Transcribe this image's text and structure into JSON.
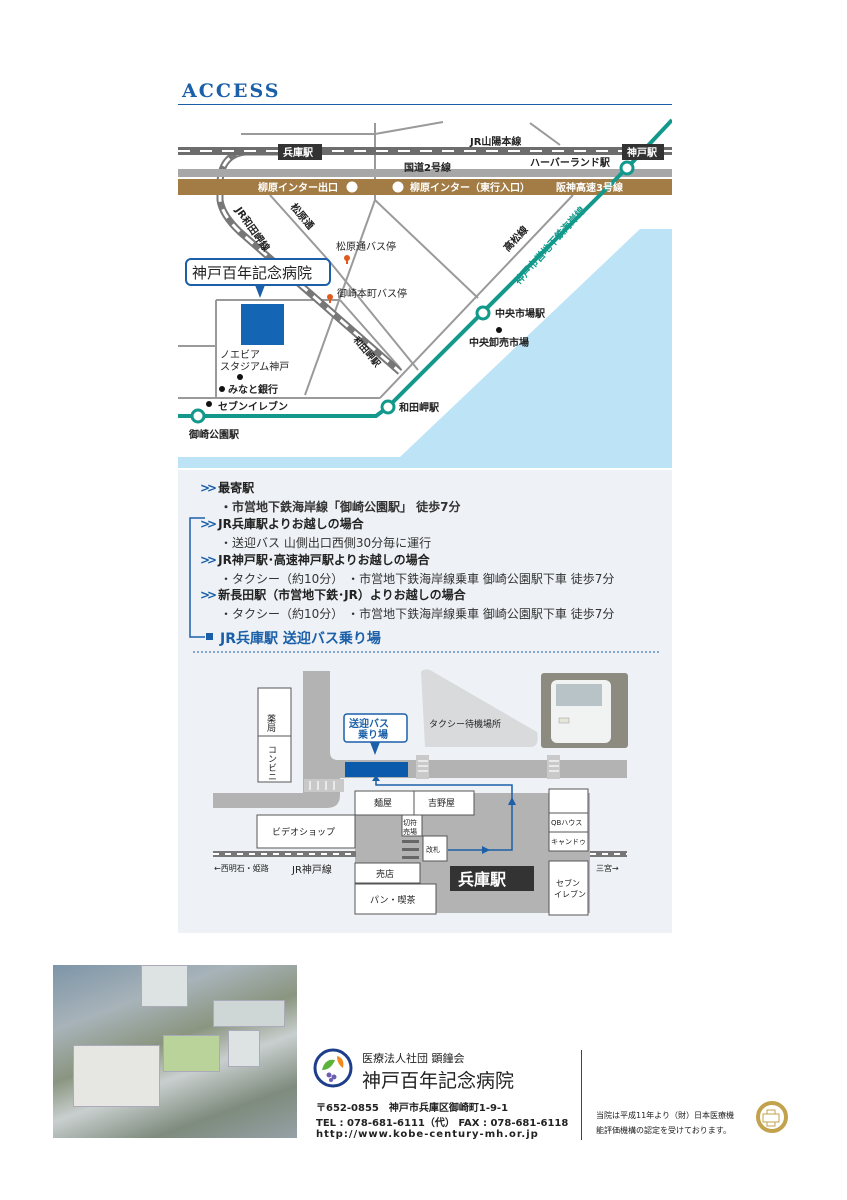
{
  "section_title": "ACCESS",
  "map": {
    "jr_sanyo_line": "JR山陽本線",
    "hyogo_station": "兵庫駅",
    "kobe_station": "神戸駅",
    "route2": "国道2号線",
    "harborland_station": "ハーバーランド駅",
    "yanagihara_exit": "柳原インター出口",
    "yanagihara_entrance": "柳原インター（東行入口）",
    "hanshin_expressway": "阪神高速3号線",
    "jr_wadamisaki_line": "JR和田岬線",
    "matsubara_dori": "松原通",
    "takamatsu_line": "高松線",
    "subway_line": "神戸市営地下鉄海岸線",
    "matsubara_bus_stop": "松原通バス停",
    "misaki_honmachi_bus_stop": "御崎本町バス停",
    "hospital": "神戸百年記念病院",
    "wadamisaki_jr_station": "和田岬駅",
    "chuo_ichiba_station": "中央市場駅",
    "chuo_oroshiuri": "中央卸売市場",
    "noevir_stadium_1": "ノエビア",
    "noevir_stadium_2": "スタジアム神戸",
    "minato_bank": "みなと銀行",
    "seven_eleven": "セブンイレブン",
    "wadamisaki_station": "和田岬駅",
    "misaki_koen_station": "御崎公園駅",
    "colors": {
      "subway": "#12998b",
      "expressway": "#a27b45",
      "sea": "#bde3f6",
      "accent": "#1a5fa8"
    }
  },
  "directions": [
    {
      "heading": "最寄駅",
      "detail": "・市営地下鉄海岸線「御崎公園駅」 徒歩7分"
    },
    {
      "heading": "JR兵庫駅よりお越しの場合",
      "detail": "・送迎バス 山側出口西側30分毎に運行"
    },
    {
      "heading": "JR神戸駅･高速神戸駅よりお越しの場合",
      "detail": "・タクシー（約10分）  ・市営地下鉄海岸線乗車 御崎公園駅下車 徒歩7分"
    },
    {
      "heading": "新長田駅（市営地下鉄･JR）よりお越しの場合",
      "detail": "・タクシー（約10分）  ・市営地下鉄海岸線乗車 御崎公園駅下車 徒歩7分"
    }
  ],
  "shuttle_heading": "JR兵庫駅 送迎バス乗り場",
  "station_map": {
    "pharmacy": "薬局",
    "convenience": "コンビニ",
    "bus_stop_1": "送迎バス",
    "bus_stop_2": "乗り場",
    "taxi": "タクシー待機場所",
    "noodle": "麺屋",
    "yoshinoya": "吉野屋",
    "ticket_1": "切符",
    "ticket_2": "売場",
    "gate": "改札",
    "video": "ビデオショップ",
    "kiosk": "売店",
    "bakery": "パン・喫茶",
    "qb": "QBハウス",
    "candou": "キャンドゥ",
    "seven_1": "セブン",
    "seven_2": "イレブン",
    "station": "兵庫駅",
    "west": "←西明石・姫路",
    "jr_kobe_line": "JR神戸線",
    "east": "三宮→"
  },
  "footer": {
    "org": "医療法人社団 顕鐘会",
    "hospital": "神戸百年記念病院",
    "address": "〒652-0855　神戸市兵庫区御崎町1-9-1",
    "tel_fax": "TEL : 078-681-6111（代）  FAX : 078-681-6118",
    "url": "http://www.kobe-century-mh.or.jp",
    "accreditation_1": "当院は平成11年より（財）日本医療機",
    "accreditation_2": "能評価機構の認定を受けております。"
  }
}
